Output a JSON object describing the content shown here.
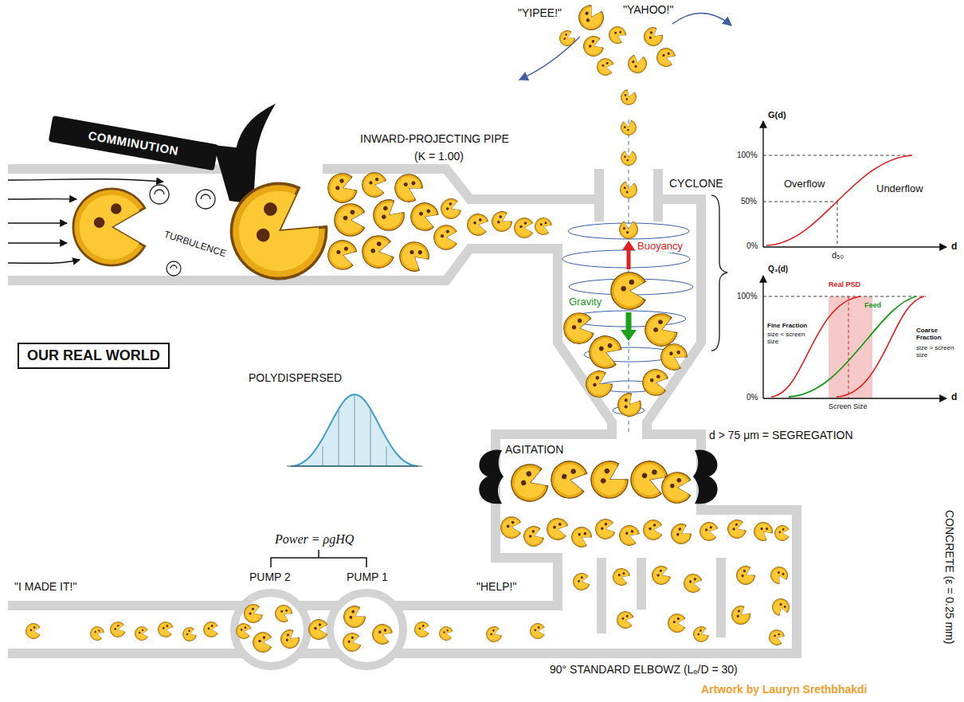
{
  "diagram": {
    "nodes": [
      {
        "text": [
          "COMMINUTION"
        ]
      },
      {
        "text": [
          "OUR REAL WORLD"
        ]
      }
    ],
    "labels": [
      "\"YIPEE!\"",
      "\"YAHOO!\"",
      "INWARD-PROJECTING PIPE",
      "(K = 1.00)",
      "CYCLONE",
      "Buoyancy",
      "Gravity",
      "TURBULENCE",
      "POLYDISPERSED",
      "AGITATION",
      "d > 75 μm = SEGREGATION",
      "CONCRETE (ε = 0.25 mm)",
      "Power = ρgHQ",
      "PUMP 2",
      "PUMP 1",
      "\"HELP!\"",
      "\"I MADE IT!\"",
      "90° STANDARD ELBOWZ (Lₑ/D = 30)",
      "Artwork by Lauryn Srethbhakdi",
      "G(d)",
      "100%",
      "50%",
      "0%",
      "Overflow",
      "Underflow",
      "d₅₀",
      "d",
      "Q₃(d)",
      "100%",
      "Real PSD",
      "Feed",
      "Fine Fraction",
      "size < screen size",
      "Coarse Fraction",
      "size > screen size",
      "0%",
      "Screen Size",
      "d"
    ]
  }
}
